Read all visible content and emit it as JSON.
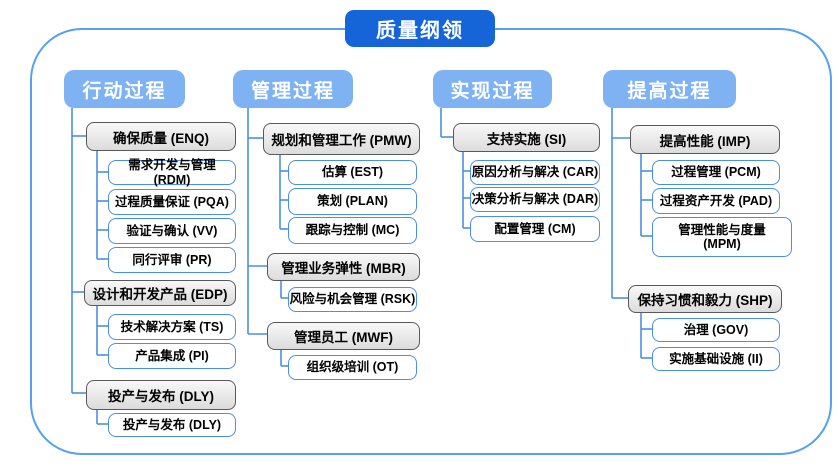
{
  "root": {
    "label": "质量纲领"
  },
  "columns": [
    {
      "header": "行动过程",
      "groups": [
        {
          "label": "确保质量 (ENQ)",
          "children": [
            "需求开发与管理 (RDM)",
            "过程质量保证 (PQA)",
            "验证与确认 (VV)",
            "同行评审 (PR)"
          ]
        },
        {
          "label": "设计和开发产品 (EDP)",
          "children": [
            "技术解决方案 (TS)",
            "产品集成 (PI)"
          ]
        },
        {
          "label": "投产与发布 (DLY)",
          "children": [
            "投产与发布 (DLY)"
          ]
        }
      ]
    },
    {
      "header": "管理过程",
      "groups": [
        {
          "label": "规划和管理工作 (PMW)",
          "children": [
            "估算 (EST)",
            "策划 (PLAN)",
            "跟踪与控制 (MC)"
          ]
        },
        {
          "label": "管理业务弹性 (MBR)",
          "children": [
            "风险与机会管理 (RSK)"
          ]
        },
        {
          "label": "管理员工 (MWF)",
          "children": [
            "组织级培训 (OT)"
          ]
        }
      ]
    },
    {
      "header": "实现过程",
      "groups": [
        {
          "label": "支持实施 (SI)",
          "children": [
            "原因分析与解决 (CAR)",
            "决策分析与解决 (DAR)",
            "配置管理 (CM)"
          ]
        }
      ]
    },
    {
      "header": "提高过程",
      "groups": [
        {
          "label": "提高性能 (IMP)",
          "children": [
            "过程管理 (PCM)",
            "过程资产开发 (PAD)",
            "管理性能与度量 (MPM)"
          ]
        },
        {
          "label": "保持习惯和毅力 (SHP)",
          "children": [
            "治理 (GOV)",
            "实施基础设施 (II)"
          ]
        }
      ]
    }
  ],
  "colors": {
    "root_blue": "#1565d8",
    "header_blue": "#7fb2f2",
    "frame_line": "#55a0f0",
    "connector": "#4a90e2",
    "gray_fill": "#e5e5e5",
    "gray_border": "#595959",
    "white_border": "#4a90e2"
  }
}
